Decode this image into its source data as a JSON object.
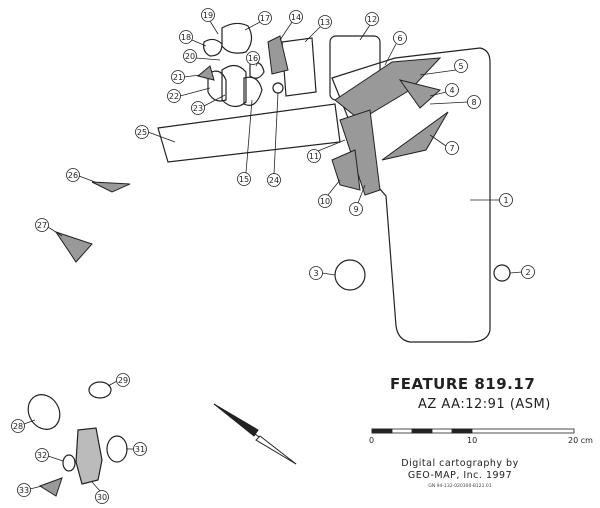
{
  "title": "FEATURE 819.17",
  "site": "AZ AA:12:91 (ASM)",
  "scale": {
    "ticks": [
      "0",
      "10",
      "20 cm"
    ]
  },
  "credit": [
    "Digital cartography by",
    "GEO-MAP, Inc. 1997"
  ],
  "reference": "GN 94-132-020300-B121.01",
  "labels": [
    "1",
    "2",
    "3",
    "4",
    "5",
    "6",
    "7",
    "8",
    "9",
    "10",
    "11",
    "12",
    "13",
    "14",
    "15",
    "16",
    "17",
    "18",
    "19",
    "20",
    "21",
    "22",
    "23",
    "24",
    "25",
    "26",
    "27",
    "28",
    "29",
    "30",
    "31",
    "32",
    "33"
  ]
}
